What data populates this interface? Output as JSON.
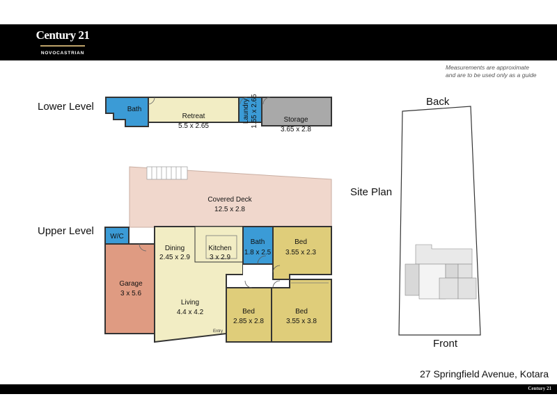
{
  "brand": {
    "name": "Century 21",
    "office": "NOVOCASTRIAN"
  },
  "disclaimer": {
    "line1": "Measurements are approximate",
    "line2": "and are to be used only as a guide"
  },
  "levels": {
    "lower": "Lower Level",
    "upper": "Upper Level"
  },
  "site": {
    "title": "Site Plan",
    "back": "Back",
    "front": "Front"
  },
  "address": "27 Springfield Avenue, Kotara",
  "rooms": {
    "lower_bath": {
      "name": "Bath"
    },
    "retreat": {
      "name": "Retreat",
      "dims": "5.5 x 2.65"
    },
    "laundry": {
      "name": "Laundry",
      "dims": "1.55 x 2.65"
    },
    "storage": {
      "name": "Storage",
      "dims": "3.65 x 2.8"
    },
    "deck": {
      "name": "Covered Deck",
      "dims": "12.5 x 2.8"
    },
    "wc": {
      "name": "W/C"
    },
    "garage": {
      "name": "Garage",
      "dims": "3 x 5.6"
    },
    "dining": {
      "name": "Dining",
      "dims": "2.45 x 2.9"
    },
    "kitchen": {
      "name": "Kitchen",
      "dims": "3 x 2.9"
    },
    "upper_bath": {
      "name": "Bath",
      "dims": "1.8 x 2.5"
    },
    "bed1": {
      "name": "Bed",
      "dims": "3.55 x 2.3"
    },
    "living": {
      "name": "Living",
      "dims": "4.4 x 4.2"
    },
    "bed2": {
      "name": "Bed",
      "dims": "2.85 x 2.8"
    },
    "bed3": {
      "name": "Bed",
      "dims": "3.55 x 3.8"
    },
    "entry": {
      "name": "Entry"
    }
  },
  "colors": {
    "bath": "#3b9bd6",
    "retreat": "#f2edc4",
    "storage": "#a9a9a9",
    "deck": "#f0d7cc",
    "garage": "#df9b82",
    "living": "#f2edc4",
    "bed": "#dfcd7a",
    "wall": "#333333"
  }
}
